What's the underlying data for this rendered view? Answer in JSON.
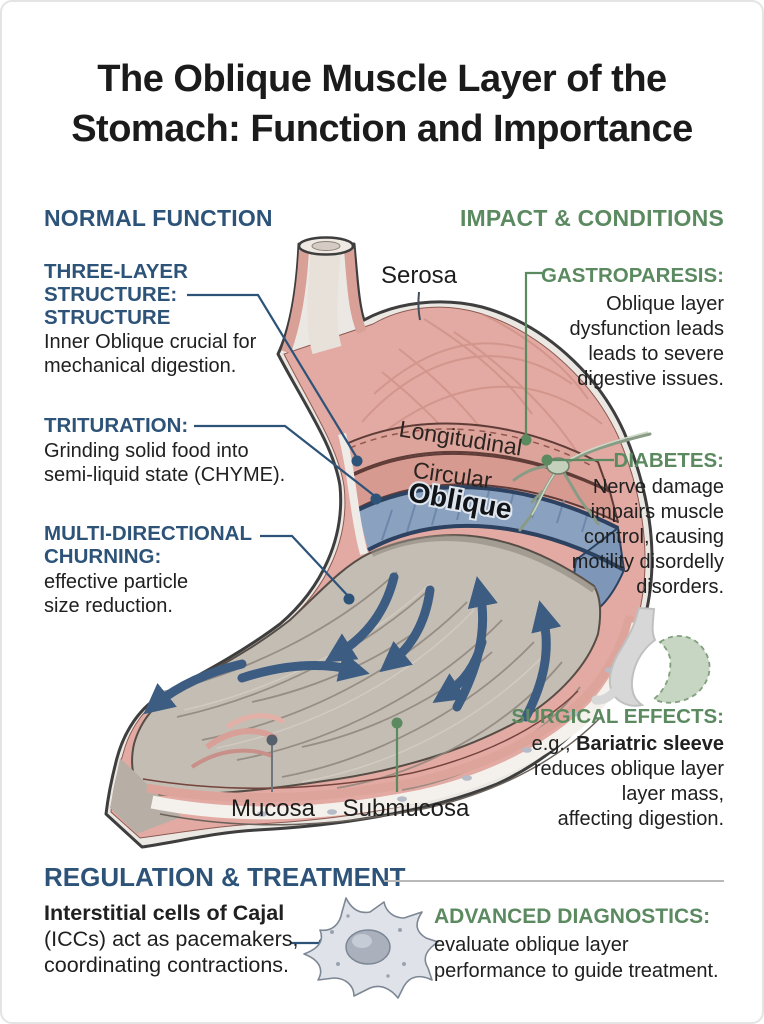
{
  "title": {
    "line1": "The Oblique Muscle Layer of the",
    "line2": "Stomach: Function and Importance"
  },
  "left_column": {
    "header": "NORMAL FUNCTION",
    "sections": [
      {
        "heading": "THREE-LAYER\nSTRUCTURE:\nSTRUCTURE",
        "body": "Inner Oblique crucial for\nmechanical digestion."
      },
      {
        "heading": "TRITURATION:",
        "body": "Grinding solid food into\nsemi-liquid state (CHYME)."
      },
      {
        "heading": "MULTI-DIRECTIONAL\nCHURNING:",
        "body": "effective particle\nsize reduction."
      }
    ]
  },
  "right_column": {
    "header": "IMPACT & CONDITIONS",
    "sections": [
      {
        "heading": "GASTROPARESIS:",
        "body": "Oblique layer\ndysfunction leads\nleads to severe\ndigestive issues."
      },
      {
        "heading": "DIABETES:",
        "body": "Nerve damage\nimpairs muscle\ncontrol, causing\nmotility disordelly\ndisorders."
      },
      {
        "heading": "SURGICAL EFFECTS:",
        "body_prefix": "e.g., ",
        "body_bold": "Bariatric sleeve",
        "body_rest": "\nreduces oblique layer\nlayer mass,\naffecting digestion."
      }
    ]
  },
  "diagram": {
    "labels": {
      "serosa": "Serosa",
      "longitudinal": "Longitudinal",
      "circular": "Circular",
      "oblique": "Oblique",
      "mucosa": "Mucosa",
      "submucosa": "Submucosa"
    }
  },
  "bottom": {
    "header": "REGULATION & TREATMENT",
    "icc_bold": "Interstitial cells of Cajal",
    "icc_rest": "\n(ICCs) act as pacemakers,\ncoordinating contractions.",
    "diagnostics_heading": "ADVANCED DIAGNOSTICS:",
    "diagnostics_body": "evaluate oblique layer\nperformance to guide treatment."
  },
  "colors": {
    "navy": "#2d5378",
    "green": "#5b8a60",
    "arrow_blue": "#3d5c82",
    "oblique_band_blue": "#8aa1c0",
    "stomach_pink": "#e2aaa2"
  }
}
